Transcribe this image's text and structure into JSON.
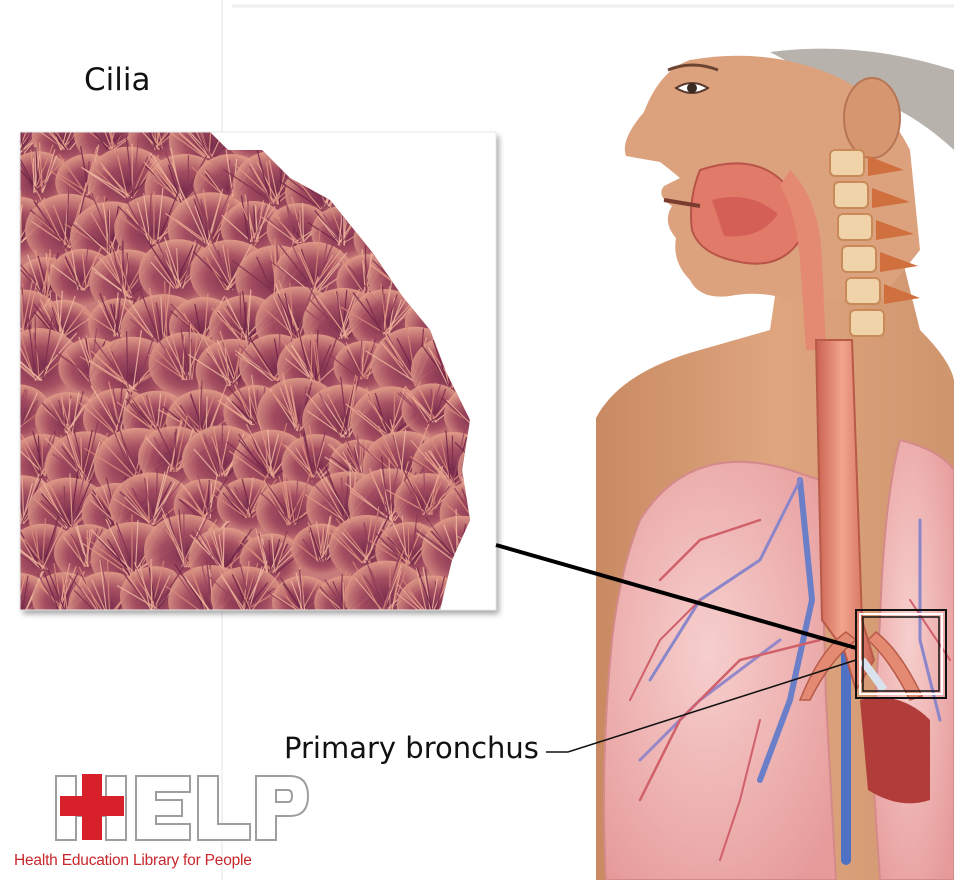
{
  "labels": {
    "cilia": "Cilia",
    "primary_bronchus": "Primary bronchus"
  },
  "logo": {
    "letters": "HELP",
    "caption": "Health Education Library for People",
    "cross_color": "#d8202a",
    "letter_color": "#ffffff"
  },
  "colors": {
    "skin": "#d9a07a",
    "lung": "#f0b9b7",
    "cilia_dark": "#7c2e4d",
    "cilia_light": "#e39b86",
    "trachea": "#e58a73",
    "vessel_blue": "#5b7ec9",
    "vessel_red": "#c7443c"
  }
}
